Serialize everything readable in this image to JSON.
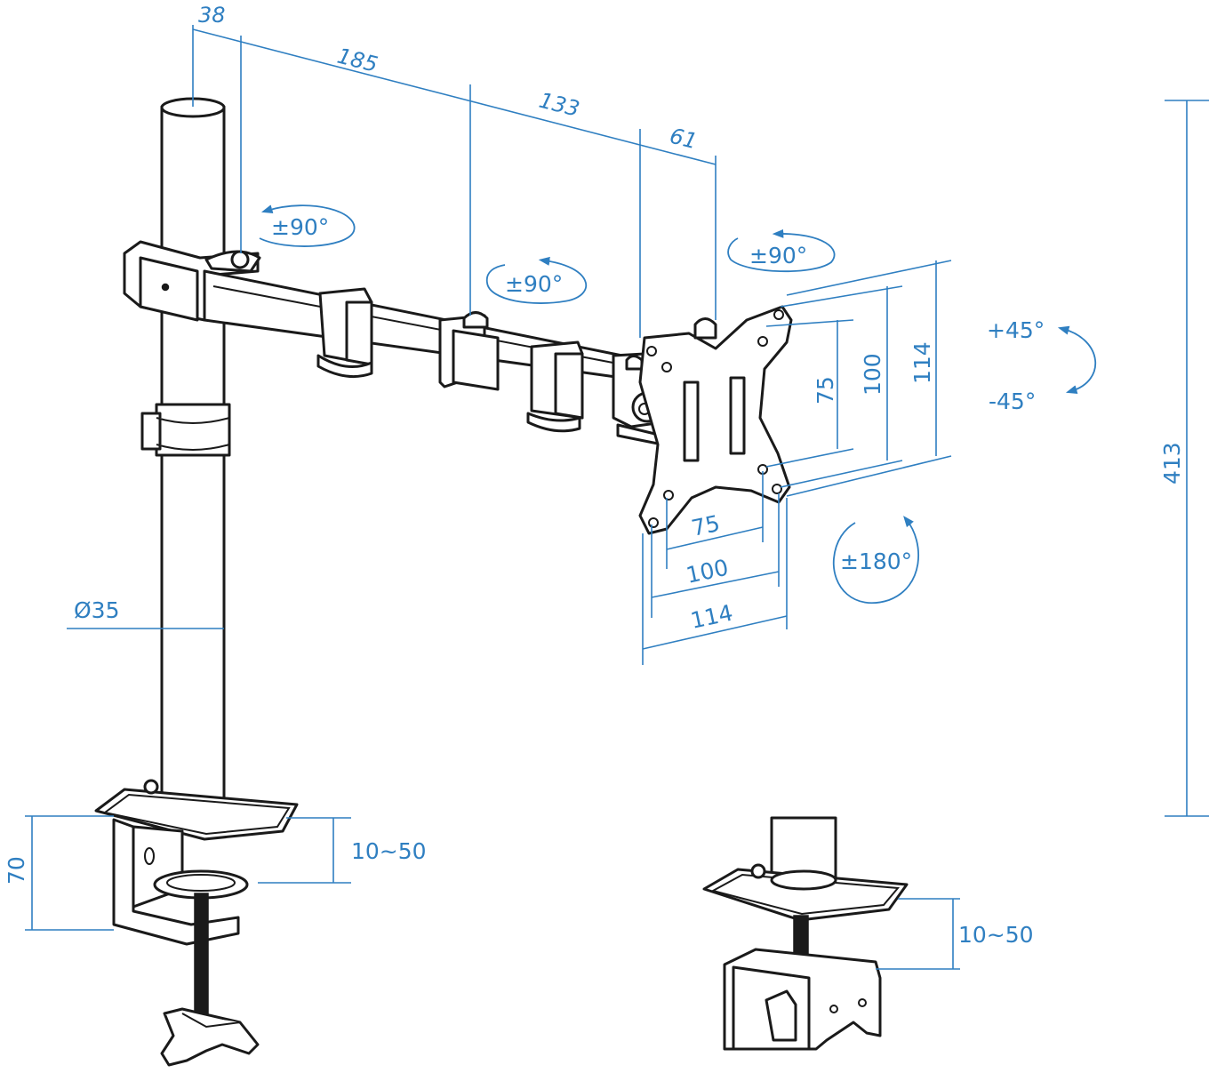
{
  "drawing": {
    "arm_dimensions": {
      "d38": "38",
      "d185": "185",
      "d133": "133",
      "d61": "61"
    },
    "rotations": {
      "pole_swivel": "±90°",
      "elbow_swivel": "±90°",
      "head_swivel": "±90°",
      "tilt_up": "+45°",
      "tilt_down": "-45°",
      "rotate": "±180°"
    },
    "vesa": {
      "horizontal": [
        "75",
        "100",
        "114"
      ],
      "vertical": [
        "75",
        "100",
        "114"
      ]
    },
    "pole": {
      "diameter": "Ø35",
      "height": "413"
    },
    "clamp": {
      "height": "70",
      "thickness_range": "10~50"
    },
    "grommet": {
      "thickness_range": "10~50"
    },
    "colors": {
      "line": "#1a1a1a",
      "dimension": "#2f7fc1",
      "background": "#ffffff"
    }
  }
}
